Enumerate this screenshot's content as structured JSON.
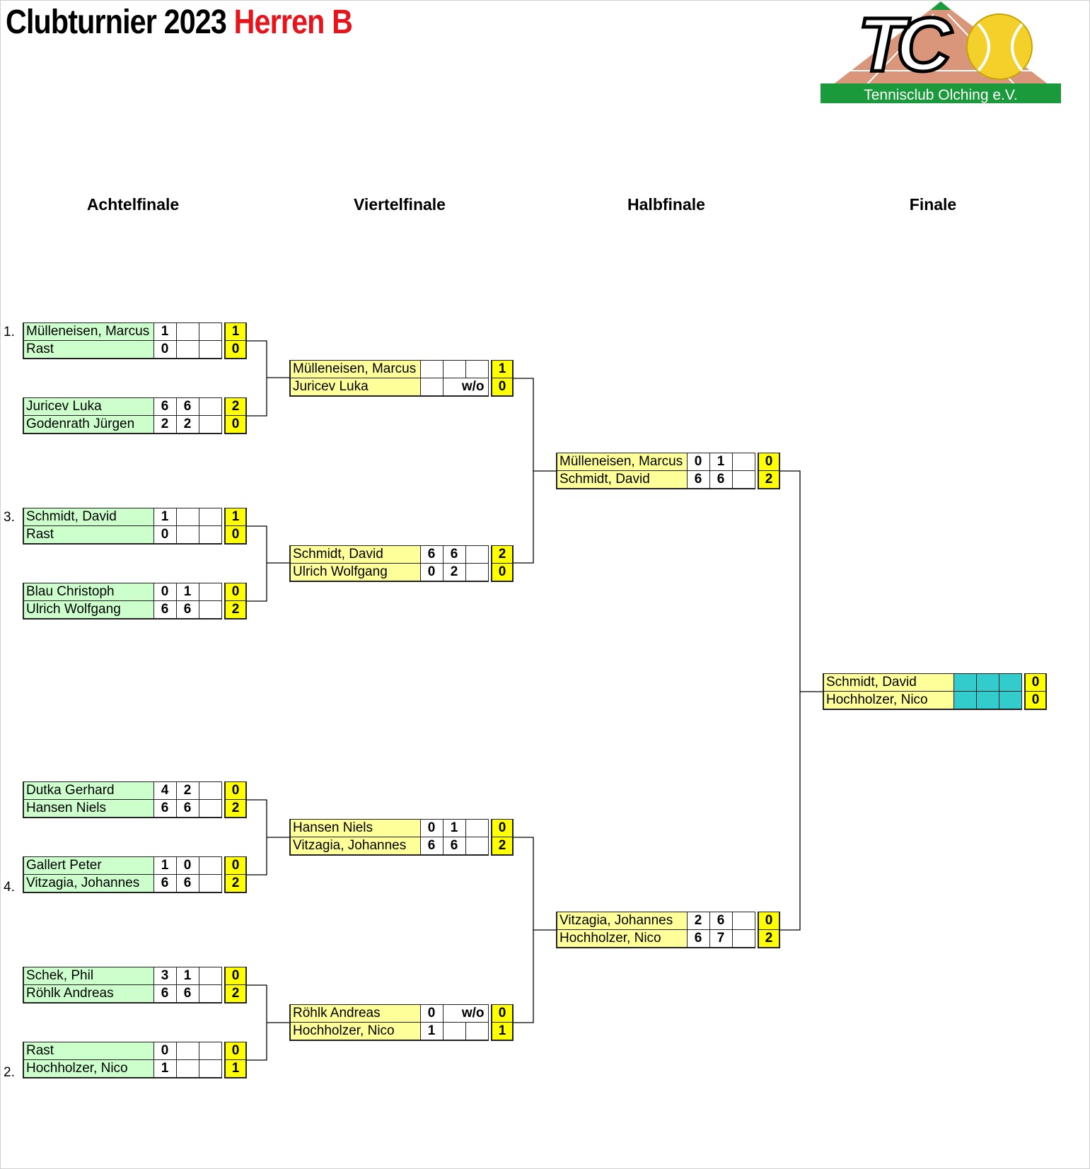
{
  "title": {
    "part1": "Clubturnier 2023",
    "part2": "Herren B"
  },
  "logo": {
    "text": "Tennisclub Olching e.V.",
    "letters": "TC"
  },
  "rounds": [
    "Achtelfinale",
    "Viertelfinale",
    "Halbfinale",
    "Finale"
  ],
  "seeds": [
    "1.",
    "3.",
    "4.",
    "2."
  ],
  "r16": [
    {
      "p1": "Mülleneisen, Marcus",
      "s1": [
        "1",
        "",
        ""
      ],
      "t1": "1",
      "p2": "Rast",
      "s2": [
        "0",
        "",
        ""
      ],
      "t2": "0"
    },
    {
      "p1": "Juricev Luka",
      "s1": [
        "6",
        "6",
        ""
      ],
      "t1": "2",
      "p2": "Godenrath Jürgen",
      "s2": [
        "2",
        "2",
        ""
      ],
      "t2": "0"
    },
    {
      "p1": "Schmidt, David",
      "s1": [
        "1",
        "",
        ""
      ],
      "t1": "1",
      "p2": "Rast",
      "s2": [
        "0",
        "",
        ""
      ],
      "t2": "0"
    },
    {
      "p1": "Blau Christoph",
      "s1": [
        "0",
        "1",
        ""
      ],
      "t1": "0",
      "p2": "Ulrich Wolfgang",
      "s2": [
        "6",
        "6",
        ""
      ],
      "t2": "2"
    },
    {
      "p1": "Dutka Gerhard",
      "s1": [
        "4",
        "2",
        ""
      ],
      "t1": "0",
      "p2": "Hansen Niels",
      "s2": [
        "6",
        "6",
        ""
      ],
      "t2": "2"
    },
    {
      "p1": "Gallert Peter",
      "s1": [
        "1",
        "0",
        ""
      ],
      "t1": "0",
      "p2": "Vitzagia, Johannes",
      "s2": [
        "6",
        "6",
        ""
      ],
      "t2": "2"
    },
    {
      "p1": "Schek, Phil",
      "s1": [
        "3",
        "1",
        ""
      ],
      "t1": "0",
      "p2": "Röhlk Andreas",
      "s2": [
        "6",
        "6",
        ""
      ],
      "t2": "2"
    },
    {
      "p1": "Rast",
      "s1": [
        "0",
        "",
        ""
      ],
      "t1": "0",
      "p2": "Hochholzer, Nico",
      "s2": [
        "1",
        "",
        ""
      ],
      "t2": "1"
    }
  ],
  "qf": [
    {
      "p1": "Mülleneisen, Marcus",
      "s1": [
        "",
        "",
        ""
      ],
      "t1": "1",
      "p2": "Juricev Luka",
      "wo2": "w/o",
      "t2": "0"
    },
    {
      "p1": "Schmidt, David",
      "s1": [
        "6",
        "6",
        ""
      ],
      "t1": "2",
      "p2": "Ulrich Wolfgang",
      "s2": [
        "0",
        "2",
        ""
      ],
      "t2": "0"
    },
    {
      "p1": "Hansen Niels",
      "s1": [
        "0",
        "1",
        ""
      ],
      "t1": "0",
      "p2": "Vitzagia, Johannes",
      "s2": [
        "6",
        "6",
        ""
      ],
      "t2": "2"
    },
    {
      "p1": "Röhlk Andreas",
      "s1a": "0",
      "wo1": "w/o",
      "t1": "0",
      "p2": "Hochholzer, Nico",
      "s2": [
        "1",
        "",
        ""
      ],
      "t2": "1"
    }
  ],
  "sf": [
    {
      "p1": "Mülleneisen, Marcus",
      "s1": [
        "0",
        "1",
        ""
      ],
      "t1": "0",
      "p2": "Schmidt, David",
      "s2": [
        "6",
        "6",
        ""
      ],
      "t2": "2"
    },
    {
      "p1": "Vitzagia, Johannes",
      "s1": [
        "2",
        "6",
        ""
      ],
      "t1": "0",
      "p2": "Hochholzer, Nico",
      "s2": [
        "6",
        "7",
        ""
      ],
      "t2": "2"
    }
  ],
  "final": {
    "p1": "Schmidt, David",
    "t1": "0",
    "p2": "Hochholzer, Nico",
    "t2": "0"
  },
  "colors": {
    "title_red": "#e8141b",
    "r16_name_bg": "#ccffcc",
    "later_name_bg": "#ffff99",
    "total_bg": "#ffff00",
    "final_sets_bg": "#33cccc",
    "logo_green": "#1a9a3a",
    "court": "#d9967a"
  }
}
